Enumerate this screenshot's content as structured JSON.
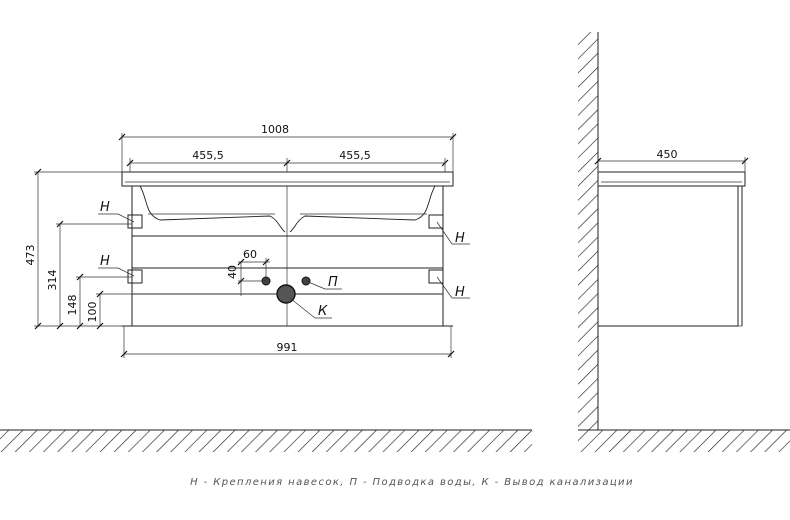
{
  "front_view": {
    "overall_width": "1008",
    "inner_width": "991",
    "left_half": "455,5",
    "right_half": "455,5",
    "height_total": "473",
    "height_upper_mount": "314",
    "height_lower_mount": "148",
    "height_drain": "100",
    "supply_offset_x": "60",
    "supply_offset_y": "40"
  },
  "side_view": {
    "depth": "450"
  },
  "markers": {
    "mount": "Н",
    "water": "П",
    "drain": "К"
  },
  "legend": "Н - Крепления навесок, П - Подводка воды, К - Вывод канализации"
}
